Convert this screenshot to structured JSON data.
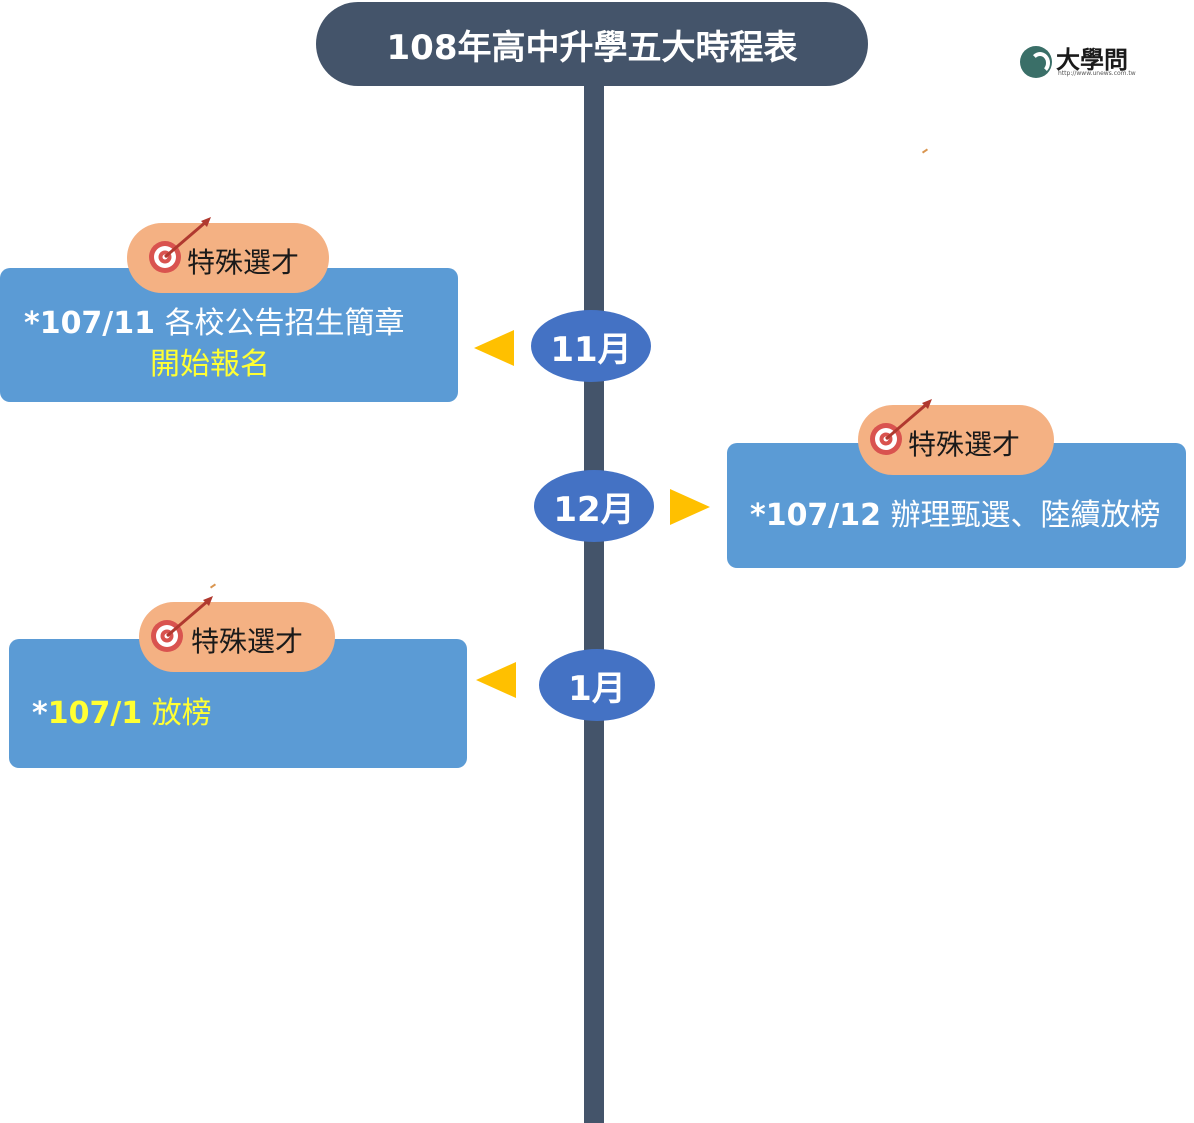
{
  "title": "108年高中升學五大時程表",
  "logo": {
    "name": "大學問",
    "url": "http://www.unews.com.tw"
  },
  "colors": {
    "spine": "#44546a",
    "month_node": "#4472c4",
    "event_box": "#5b9bd5",
    "tag": "#f4b183",
    "arrow": "#ffc000",
    "highlight_text": "#ffff33"
  },
  "events": [
    {
      "month": "11月",
      "side": "left",
      "tag": "特殊選才",
      "tag_icon": "target-icon",
      "date": "*107/11",
      "text": "各校公告招生簡章",
      "highlight": "開始報名"
    },
    {
      "month": "12月",
      "side": "right",
      "tag": "特殊選才",
      "tag_icon": "target-icon",
      "date": "*107/12",
      "text": "辦理甄選、陸續放榜"
    },
    {
      "month": "1月",
      "side": "left",
      "tag": "特殊選才",
      "tag_icon": "target-icon",
      "date_star": "*",
      "date": "107/1",
      "text": "放榜"
    }
  ]
}
